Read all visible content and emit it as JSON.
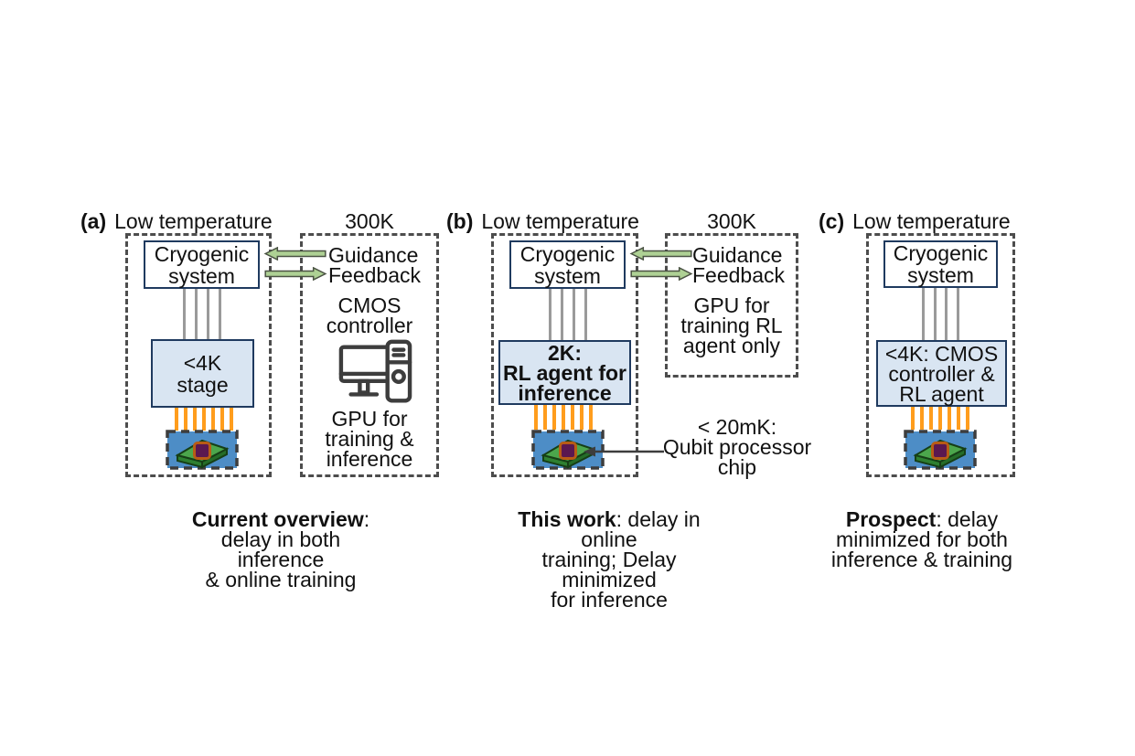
{
  "colors": {
    "dashed_zone_border": "#4d4d4d",
    "solid_box_border": "#1f3a5f",
    "cold_stage_fill": "#d9e5f2",
    "arrow_green_fill": "#aed194",
    "wire_gray": "#9a9a9a",
    "wire_orange": "#ff9d1d",
    "chip_board_blue": "#4d8dc6",
    "chip_green": "#4ca64c",
    "chip_core_fill": "#5a1850",
    "chip_core_border": "#b85c15"
  },
  "panels": {
    "a": {
      "tag": "(a)",
      "cold_zone": "Low temperature",
      "warm_zone": "300K",
      "cryogenic_box": "Cryogenic\nsystem",
      "stage_box": "<4K\nstage",
      "guidance_label": "Guidance",
      "feedback_label": "Feedback",
      "cmos_label": "CMOS\ncontroller",
      "gpu_label": "GPU for\ntraining &\ninference",
      "caption_lead": "Current overview",
      "caption_rest": ":\ndelay in both inference\n& online training"
    },
    "b": {
      "tag": "(b)",
      "cold_zone": "Low temperature",
      "warm_zone": "300K",
      "cryogenic_box": "Cryogenic\nsystem",
      "rl_box": "2K:\nRL agent for\ninference",
      "guidance_label": "Guidance",
      "feedback_label": "Feedback",
      "gpu_label": "GPU for\ntraining RL\nagent only",
      "chip_annotation": "< 20mK:\nQubit processor\nchip",
      "caption_lead": "This work",
      "caption_rest": ": delay in online\ntraining; Delay minimized\nfor inference"
    },
    "c": {
      "tag": "(c)",
      "cold_zone": "Low temperature",
      "cryogenic_box": "Cryogenic\nsystem",
      "cmos_rl_box": "<4K: CMOS\ncontroller &\nRL agent",
      "caption_lead": "Prospect",
      "caption_rest": ": delay\nminimized for both\ninference & training"
    }
  }
}
